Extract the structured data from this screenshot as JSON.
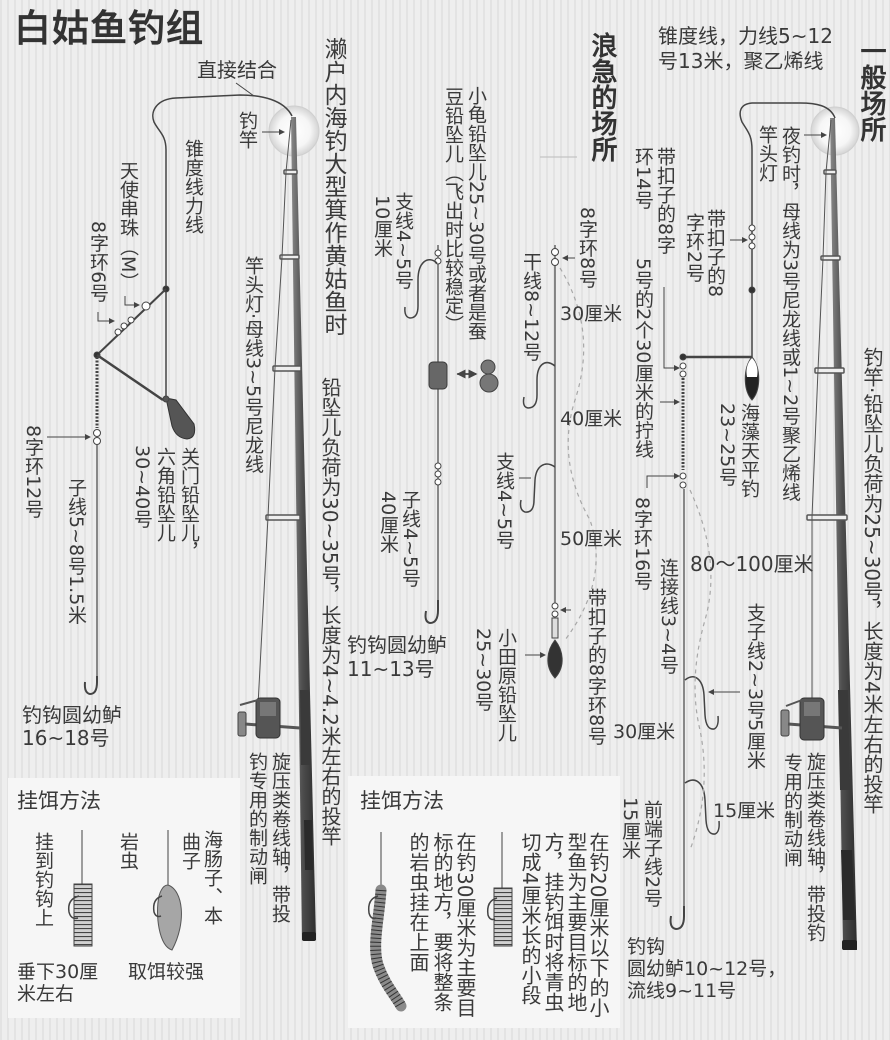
{
  "title": "白姑鱼钓组",
  "colors": {
    "background": "#e8e8e8",
    "text": "#3a3a3a",
    "panel": "#f6f6f6",
    "rod": "#4a4a4a"
  },
  "left_rig": {
    "direct_join": "直接结合",
    "rod": "钓竿",
    "taper_line": "锥度线力线",
    "angel_beads": "天使串珠（M）",
    "swivel_6": "8字环6号",
    "rod_light_mainline": "竿头灯·母线3~5号尼龙线",
    "sinker_a": "关门铅坠儿，",
    "sinker_b": "六角铅坠儿",
    "sinker_weight": "30~40号",
    "swivel_12": "8字环12号",
    "leader": "子线5~8号1.5米",
    "hook_1": "钓钩圆幼鲈",
    "hook_2": "16~18号"
  },
  "setonaikai_rig": {
    "heading": "濑户内海钓大型箕作黄姑鱼时",
    "branch": "支线4~5号",
    "branch_len": "10厘米",
    "sinker_1": "小龟铅坠儿25~30号或者是蚕",
    "sinker_2": "豆铅坠儿（飞出时比较稳定）",
    "rod_spec": "铅坠儿负荷为30~35号，长度为4~4.2米左右的投竿",
    "leader": "子线4~5号",
    "leader_len": "40厘米",
    "hook_1": "钓钩圆幼鲈",
    "hook_2": "11~13号",
    "reel_1": "旋压类卷线轴，带投",
    "reel_2": "钓专用的制动闸"
  },
  "rough_water_rig": {
    "heading": "浪急的场所",
    "swivel": "8字环8号",
    "main_line": "干线8~12号",
    "dist_1": "30厘米",
    "dist_2": "40厘米",
    "branch": "支线4~5号",
    "dist_3": "50厘米",
    "snap_swivel": "带扣子的8字环8号",
    "sinker": "小田原铅坠儿",
    "sinker_weight": "25~30号"
  },
  "general_rig": {
    "heading": "一般场所",
    "taper_1": "锥度线，力线5~12",
    "taper_2": "号13米，聚乙烯线",
    "rod_light": "竿头灯",
    "night_mainline": "夜钓时，母线为3号尼龙线或1~2号聚乙烯线",
    "snap14_a": "带扣子的8字",
    "snap14_b": "环14号",
    "snap2_a": "带扣子的8",
    "snap2_b": "字环2号",
    "twisted": "5号的2个30厘米的拧线",
    "tenbin_a": "海藻天平钓",
    "tenbin_b": "23~25号",
    "swivel16": "8字环16号",
    "connector": "连接线3~4号",
    "dist_80_100": "80～100厘米",
    "branch": "支子线2~3号5厘米",
    "dist_30": "30厘米",
    "rod_spec": "钓竿·铅坠儿负荷为25~30号，长度为4米左右的投竿",
    "reel_a": "旋压类卷线轴，带投钓",
    "reel_b": "专用的制动闸",
    "front_leader": "前端子线2号",
    "front_len": "15厘米",
    "branch_len": "15厘米",
    "hook_1": "钓钩",
    "hook_2": "圆幼鲈10~12号，",
    "hook_3": "流线9~11号"
  },
  "bait_panel_left": {
    "title": "挂饵方法",
    "hook_on": "挂到钓钩上",
    "iwamushi": "岩虫",
    "bait_a": "海肠子、本",
    "bait_b": "曲子",
    "caption_a1": "垂下30厘",
    "caption_a2": "米左右",
    "caption_b": "取饵较强"
  },
  "bait_panel_right": {
    "title": "挂饵方法",
    "col_1": "在钓30厘米为主要目",
    "col_2": "标的地方，要将整条",
    "col_3": "的岩虫挂在上面",
    "col_4": "在钓20厘米以下的小",
    "col_5": "型鱼为主要目标的地",
    "col_6": "方，挂钓饵时将青虫",
    "col_7": "切成4厘米长的小段"
  }
}
